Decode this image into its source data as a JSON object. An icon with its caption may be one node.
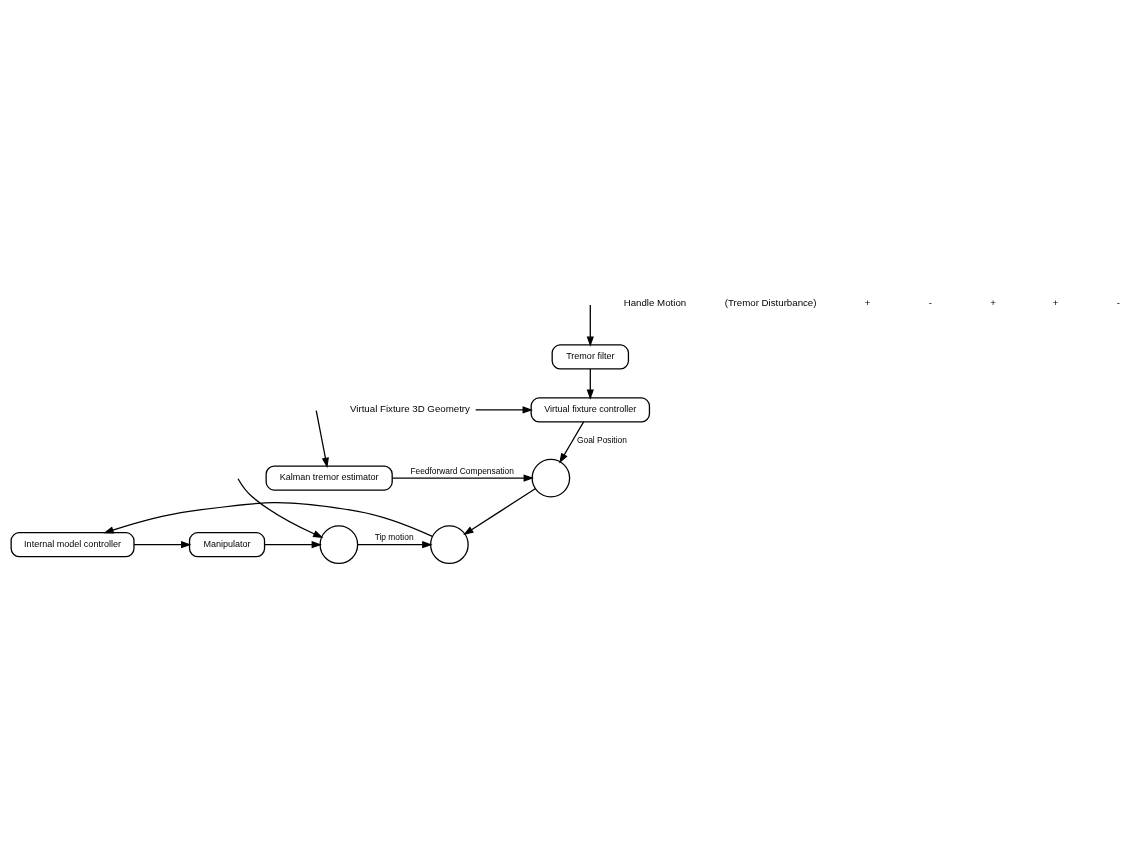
{
  "diagram": {
    "nodes": [
      {
        "text": [
          "Tremor filter"
        ]
      },
      {
        "text": [
          "Virtual fixture controller"
        ]
      },
      {
        "text": [
          "Virtual Fixture 3D Geometry"
        ]
      },
      {
        "text": [],
        "shape": "circle"
      },
      {
        "text": [
          "Kalman tremor estimator"
        ]
      },
      {
        "text": [],
        "shape": "circle"
      },
      {
        "text": [
          "Internal model controller"
        ]
      },
      {
        "text": [
          "Manipulator"
        ]
      },
      {
        "text": [],
        "shape": "circle"
      }
    ],
    "edges": [
      {
        "from": null,
        "to": 0,
        "arrow": "to"
      },
      {
        "from": 0,
        "to": 1,
        "arrow": "to"
      },
      {
        "from": 2,
        "to": 1,
        "arrow": "to"
      },
      {
        "from": 1,
        "to": 3,
        "arrow": "to",
        "label": "Goal Position"
      },
      {
        "from": 4,
        "to": 3,
        "arrow": "to",
        "label": "Feedforward Compensation"
      },
      {
        "from": null,
        "to": 4,
        "arrow": "to"
      },
      {
        "from": 3,
        "to": 5,
        "arrow": "to"
      },
      {
        "from": 5,
        "to": 6,
        "arrow": "to"
      },
      {
        "from": 6,
        "to": 7,
        "arrow": "to"
      },
      {
        "from": 7,
        "to": 8,
        "arrow": "to"
      },
      {
        "from": null,
        "to": 8,
        "arrow": "to"
      },
      {
        "from": 8,
        "to": 5,
        "arrow": "to",
        "label": "Tip motion"
      }
    ],
    "labels": [
      "Handle Motion",
      "(Tremor Disturbance)",
      "+",
      "-",
      "+",
      "+",
      "-"
    ]
  }
}
